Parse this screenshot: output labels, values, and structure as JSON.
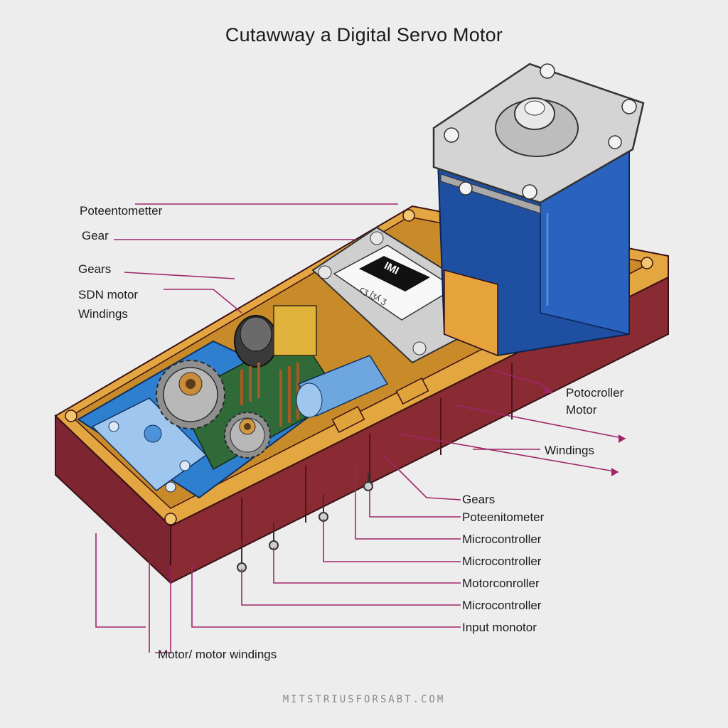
{
  "title": "Cutawway a Digital Servo Motor",
  "callouts_left": {
    "potentiometer": "Poteentometter",
    "gear": "Gear",
    "gears": "Gears",
    "sdn_motor": "SDN motor",
    "windings": "Windings"
  },
  "callouts_right": {
    "potocontroller": "Potocroller",
    "motor": "Motor",
    "windings": "Windings"
  },
  "callouts_bottom": {
    "gears": "Gears",
    "potentiometer": "Poteenitometer",
    "microcontroller_1": "Microcontroller",
    "microcontroller_2": "Microcontroller",
    "motorcontroller": "Motorconroller",
    "microcontroller_3": "Microcontroller",
    "input_monitor": "Input monotor",
    "motor_windings": "Motor/ motor windings"
  },
  "chip_label": {
    "text": "IMI",
    "small_text": "ςʒ ʃʒʎ ʒ"
  },
  "footer": "MITSTRIUSFORSABT.COM",
  "colors": {
    "background": "#ededed",
    "housing_red": "#8a2a33",
    "housing_orange": "#e0a23a",
    "motor_blue": "#1f4fa0",
    "inner_blue": "#2f7fd0",
    "callout_line": "#a0266a",
    "metal_gray": "#c9c9c9"
  }
}
